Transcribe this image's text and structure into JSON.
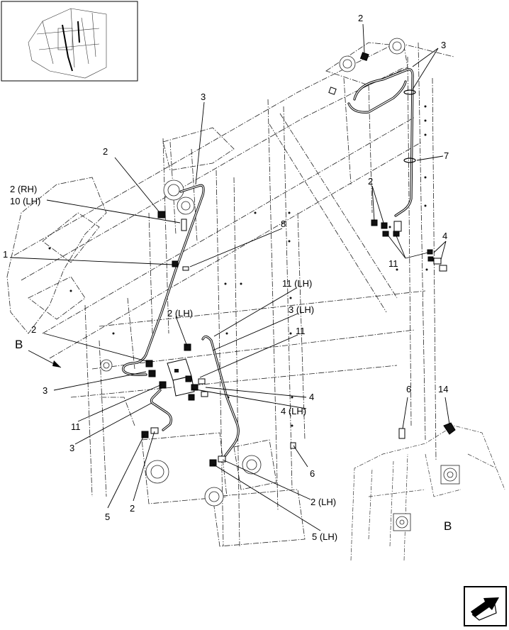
{
  "callouts": {
    "c2_top": "2",
    "c3_top": "3",
    "c3_upper": "3",
    "c2_upper": "2",
    "c2rh": "2 (RH)",
    "c10lh": "10 (LH)",
    "c8": "8",
    "c1": "1",
    "c7": "7",
    "c2_right": "2",
    "c4_right": "4",
    "c11_right": "11",
    "c11lh_a": "11 (LH)",
    "c3lh": "3 (LH)",
    "c2lh_mid": "2 (LH)",
    "c11_mid": "11",
    "c2_left": "2",
    "c3_left": "3",
    "c11_left": "11",
    "c4_mid": "4",
    "c4lh": "4 (LH)",
    "c3_lower": "3",
    "c6_mid": "6",
    "c5": "5",
    "c2_bottom": "2",
    "c2lh_bottom": "2 (LH)",
    "c5lh": "5 (LH)",
    "c6_detail": "6",
    "c14": "14"
  },
  "view_labels": {
    "arrow_b": "B",
    "detail_b": "B"
  },
  "icons": {
    "nav": "next-page-arrow-icon"
  }
}
